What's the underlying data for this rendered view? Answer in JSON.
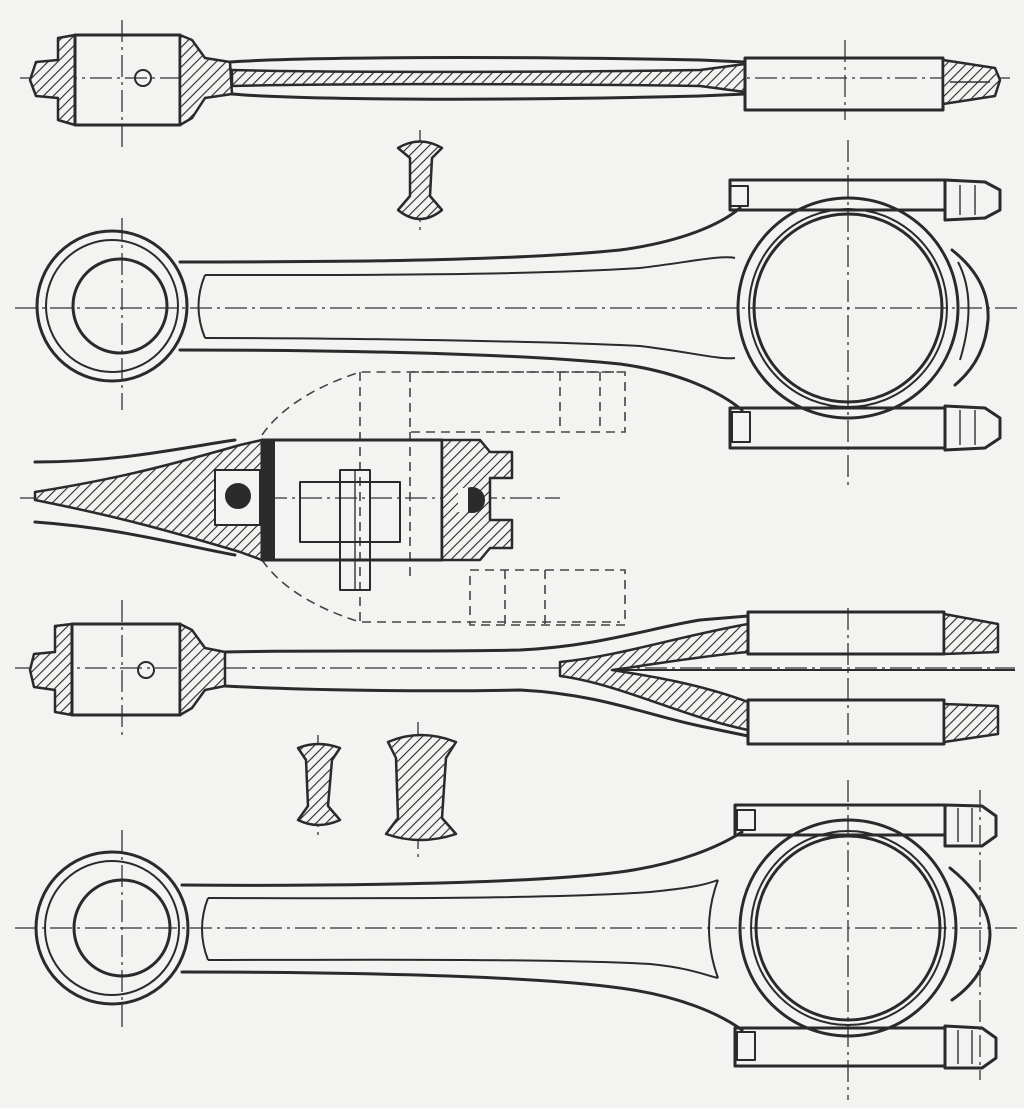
{
  "drawing": {
    "views": [
      "rod-top-section-view",
      "rod-cross-section-small",
      "rod-side-elevation-upper",
      "assembly-section-view",
      "forked-rod-top-section-view",
      "rod-cross-section-pair",
      "rod-side-elevation-lower"
    ],
    "line_color": "#2a2a2a",
    "paper_color": "#f3f3f1",
    "hatch_style": "diagonal-section-hatching"
  }
}
